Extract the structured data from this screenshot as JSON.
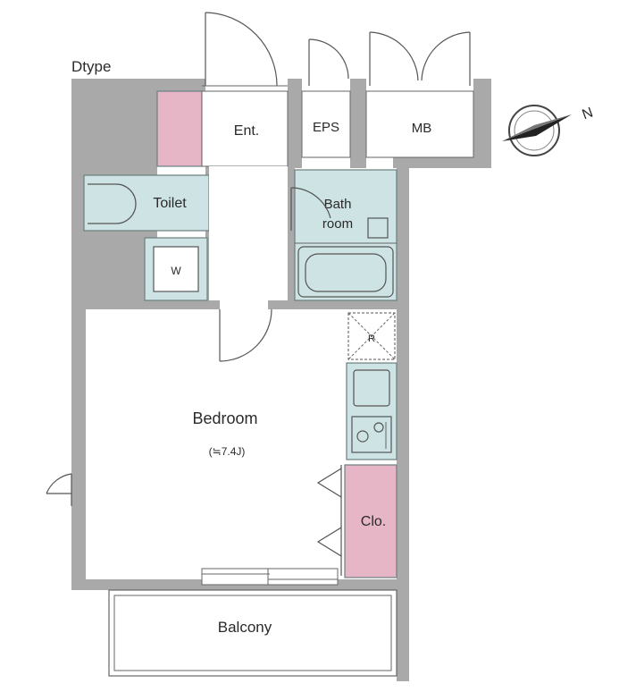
{
  "plan": {
    "type_label": "Dtype",
    "rooms": {
      "entrance": "Ent.",
      "eps": "EPS",
      "mb": "MB",
      "toilet": "Toilet",
      "bathroom_line1": "Bath",
      "bathroom_line2": "room",
      "washer": "W",
      "fridge": "R",
      "bedroom": "Bedroom",
      "bedroom_size": "(≒7.4J)",
      "closet": "Clo.",
      "balcony": "Balcony"
    },
    "compass_letter": "N"
  },
  "colors": {
    "wall": "#a9a9a9",
    "wet_area": "#cde3e4",
    "storage": "#e6b6c6"
  }
}
